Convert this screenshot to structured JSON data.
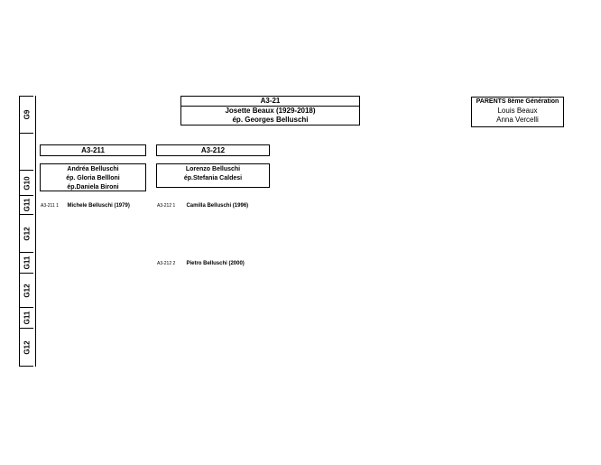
{
  "generations": [
    "G9",
    "G10",
    "G11",
    "G12",
    "G11",
    "G12",
    "G11",
    "G12"
  ],
  "root": {
    "code": "A3-21",
    "name": "Josette Beaux (1929-2018)",
    "spouse": "ép. Georges Belluschi"
  },
  "parents": {
    "title": "PARENTS 8ème Génération",
    "father": "Louis Beaux",
    "mother": "Anna Vercelli"
  },
  "branches": [
    {
      "code": "A3-211",
      "name": "Andréa Belluschi",
      "spouses": [
        "ép. Gloria Bellloni",
        "ép.Daniela Bironi"
      ]
    },
    {
      "code": "A3-212",
      "name": "Lorenzo Belluschi",
      "spouses": [
        "ép.Stefania Caldesi"
      ]
    }
  ],
  "children": [
    {
      "code": "A3-211 1",
      "name": "Michele Belluschi (1979)"
    },
    {
      "code": "A3-212 1",
      "name": "Camilla Belluschi (1996)"
    },
    {
      "code": "A3-212 2",
      "name": "Pietro Belluschi (2000)"
    }
  ]
}
